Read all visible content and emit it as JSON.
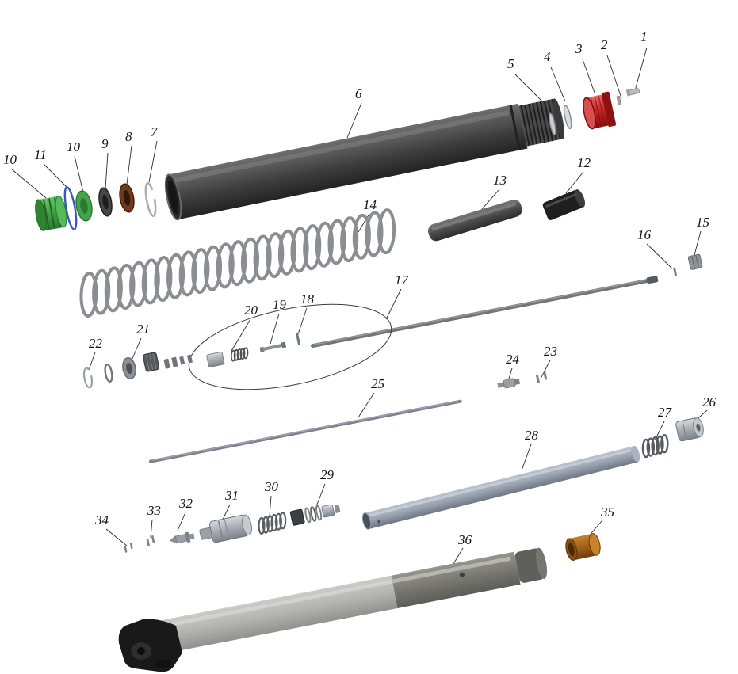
{
  "diagram": {
    "callouts": [
      "1",
      "2",
      "3",
      "4",
      "5",
      "6",
      "7",
      "8",
      "9",
      "10",
      "11",
      "10",
      "12",
      "13",
      "14",
      "15",
      "16",
      "17",
      "18",
      "19",
      "20",
      "21",
      "22",
      "23",
      "24",
      "25",
      "26",
      "27",
      "28",
      "29",
      "30",
      "31",
      "32",
      "33",
      "34",
      "35",
      "36"
    ],
    "colors": {
      "crown_cap_red": "#c11f1f",
      "green_seal": "#46a34b",
      "blue_oring": "#3a56c4",
      "bronze_seal": "#6e3c1c",
      "bushing_bronze": "#a5641e",
      "upper_tube_gray": "#4a4a4a",
      "inner_tube_steel": "#99a2b0",
      "lower_leg_gray": "#b2b2ae"
    }
  }
}
